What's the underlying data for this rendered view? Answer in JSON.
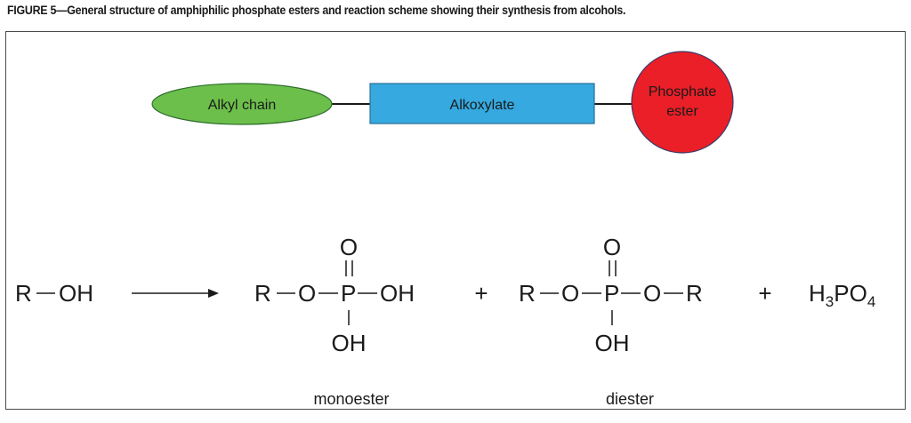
{
  "caption": "FIGURE 5—General structure of amphiphilic phosphate esters and reaction scheme showing their synthesis from alcohols.",
  "structure": {
    "alkyl_chain": "Alkyl chain",
    "alkoxylate": "Alkoxylate",
    "phosphate_line1": "Phosphate",
    "phosphate_line2": "ester",
    "colors": {
      "alkyl": "#6cbf4a",
      "alkoxylate": "#35a9e0",
      "phosphate": "#ea1f27"
    }
  },
  "reaction": {
    "reactant": {
      "r": "R",
      "oh": "OH"
    },
    "monoester": {
      "r": "R",
      "o": "O",
      "p": "P",
      "oh_right": "OH",
      "o_top": "O",
      "oh_bottom": "OH",
      "name": "monoester"
    },
    "plus": "+",
    "diester": {
      "r1": "R",
      "o1": "O",
      "p": "P",
      "o2": "O",
      "r2": "R",
      "o_top": "O",
      "oh_bottom": "OH",
      "name": "diester"
    },
    "acid": {
      "h": "H",
      "sub3": "3",
      "po": "PO",
      "sub4": "4"
    }
  }
}
